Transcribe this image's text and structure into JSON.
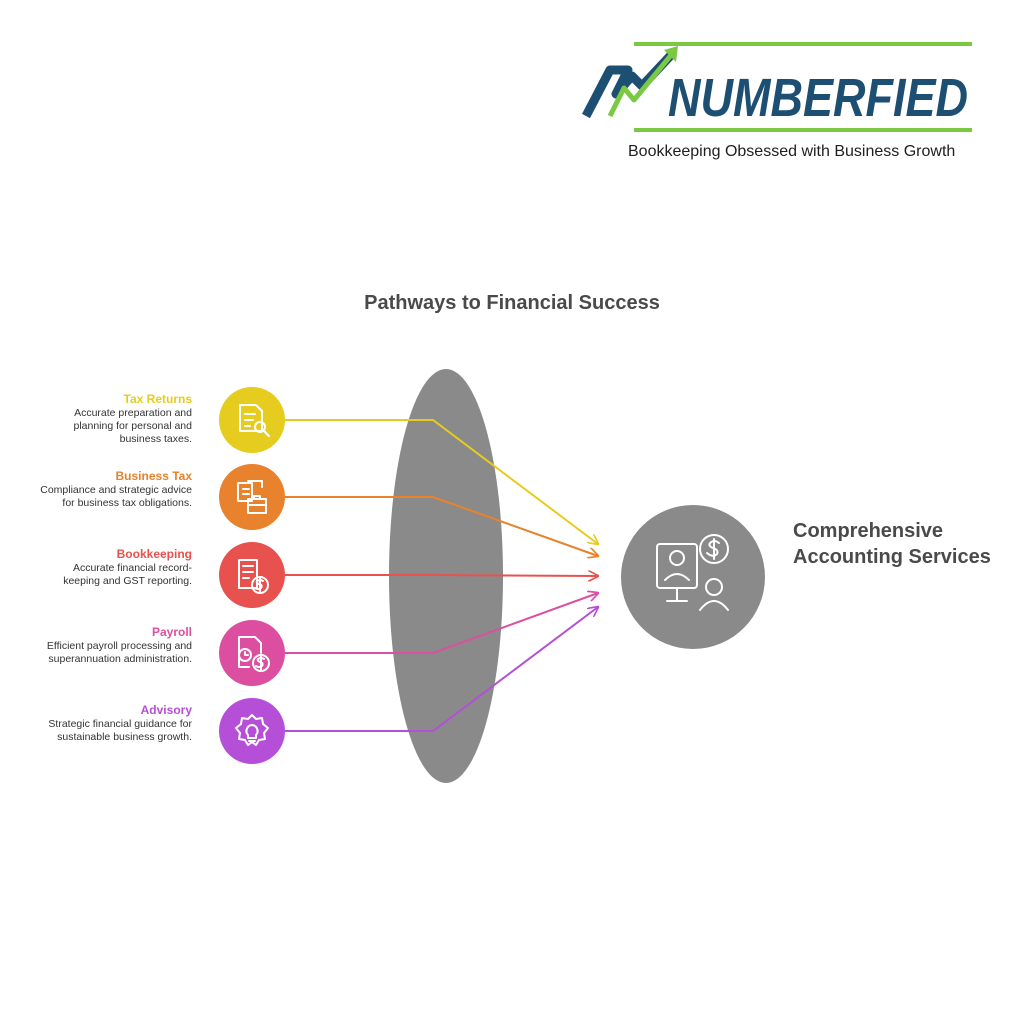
{
  "brand": {
    "logo_text": "NUMBERFIED",
    "tagline": "Bookkeeping Obsessed with Business Growth",
    "colors": {
      "navy": "#1d4f73",
      "green": "#7bc943"
    }
  },
  "diagram": {
    "title": "Pathways to Financial Success",
    "lens_color": "#8a8a8a",
    "services": [
      {
        "name": "Tax Returns",
        "description": "Accurate preparation and planning for personal and business taxes.",
        "color": "#e6cc1f",
        "icon": "clipboard-search-icon"
      },
      {
        "name": "Business Tax",
        "description": "Compliance and strategic advice for business tax obligations.",
        "color": "#e8822d",
        "icon": "documents-briefcase-icon"
      },
      {
        "name": "Bookkeeping",
        "description": "Accurate financial record-keeping and GST reporting.",
        "color": "#e8524e",
        "icon": "ledger-dollar-icon"
      },
      {
        "name": "Payroll",
        "description": "Efficient payroll processing and superannuation administration.",
        "color": "#dc4fa0",
        "icon": "document-clock-dollar-icon"
      },
      {
        "name": "Advisory",
        "description": "Strategic financial guidance for sustainable business growth.",
        "color": "#b64fd8",
        "icon": "gear-lightbulb-icon"
      }
    ],
    "target": {
      "label": "Comprehensive Accounting Services",
      "color": "#8a8a8a",
      "icon": "consultant-dollar-icon"
    }
  }
}
